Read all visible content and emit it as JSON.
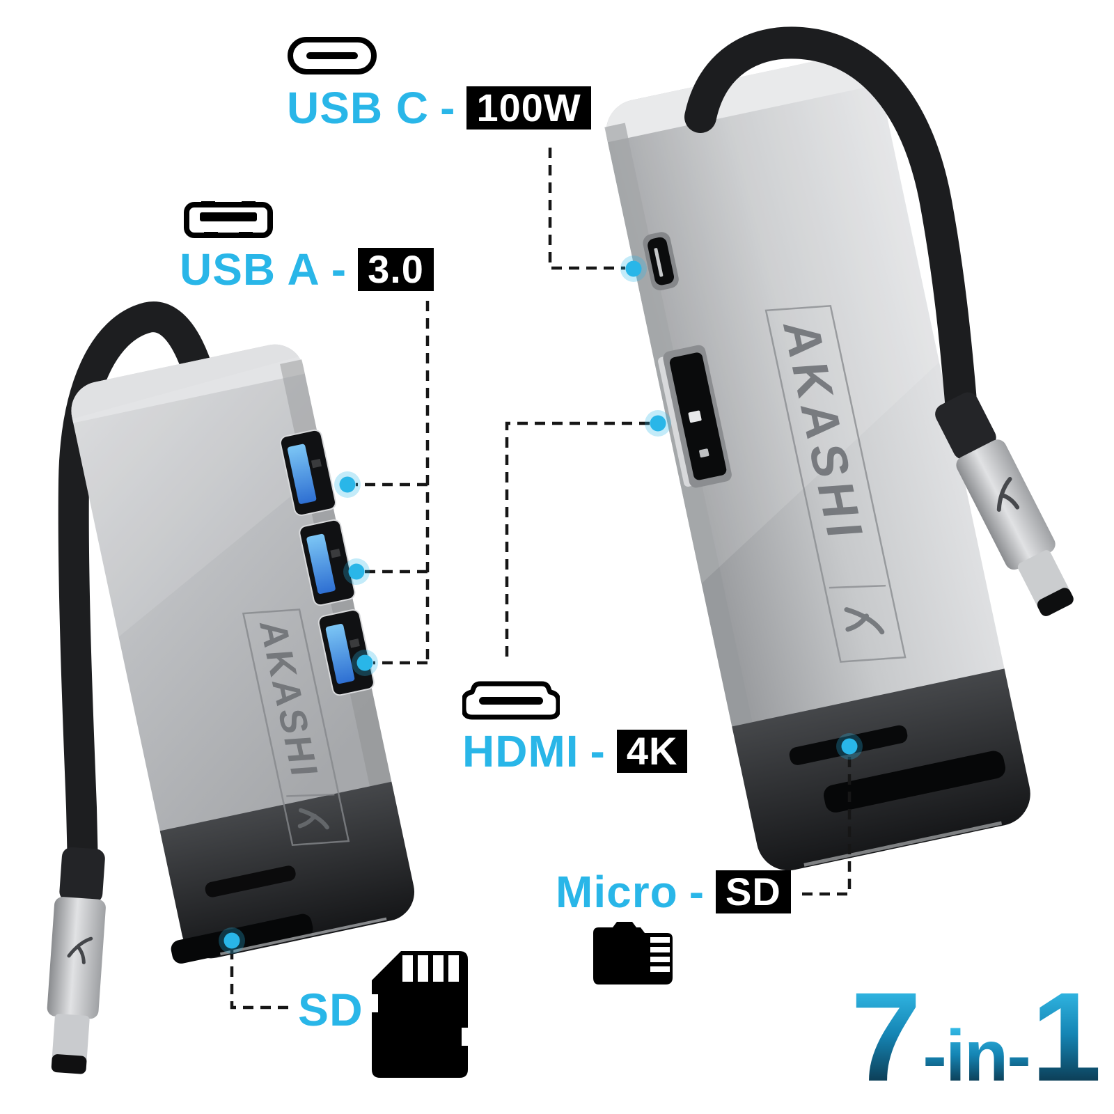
{
  "colors": {
    "accent": "#29b6e8",
    "badge_bg": "#000000",
    "badge_text": "#ffffff",
    "leader_dash": "#161616",
    "banner_gradient_top": "#38c3ef",
    "banner_gradient_bottom": "#0a2a3c",
    "device_silver": "#bcbec1",
    "cable_black": "#1d1e20",
    "usb_tongue_blue": "#3f86dd"
  },
  "brand": {
    "name": "AKASHI"
  },
  "callouts": {
    "usb_c": {
      "label": "USB C",
      "separator": "-",
      "badge": "100W"
    },
    "usb_a": {
      "label": "USB A",
      "separator": "-",
      "badge": "3.0"
    },
    "hdmi": {
      "label": "HDMI",
      "separator": "-",
      "badge": "4K"
    },
    "micro_sd": {
      "label": "Micro",
      "separator": "-",
      "badge": "SD"
    },
    "sd": {
      "label": "SD"
    }
  },
  "banner": {
    "count": "7",
    "infix": "-in-",
    "suffix": "1"
  }
}
